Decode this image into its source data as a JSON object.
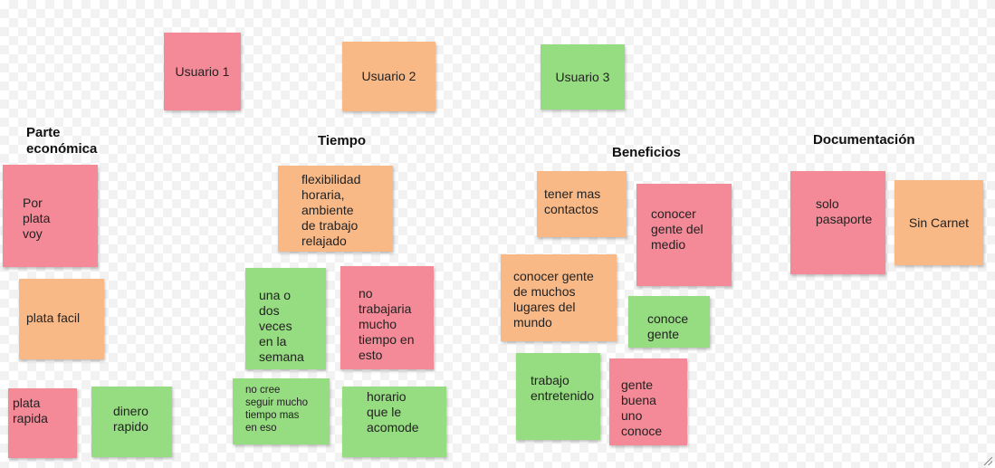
{
  "users": [
    "Usuario 1",
    "Usuario 2",
    "Usuario 3"
  ],
  "headings": {
    "economica": "Parte\neconómica",
    "tiempo": "Tiempo",
    "beneficios": "Beneficios",
    "documentacion": "Documentación"
  },
  "economica": {
    "por_plata_voy": "Por\nplata\nvoy",
    "plata_facil": "plata facil",
    "plata_rapida": "plata\nrapida",
    "dinero_rapido": "dinero\nrapido"
  },
  "tiempo": {
    "flexibilidad": "flexibilidad\nhoraria,\nambiente\nde trabajo\nrelajado",
    "una_o_dos": "una o\ndos\nveces\nen la\nsemana",
    "no_trabajaria": "no\ntrabajaria\nmucho\ntiempo en\nesto",
    "no_cree": "no cree\nseguir mucho\ntiempo mas\nen eso",
    "horario": "horario\nque le\nacomode"
  },
  "beneficios": {
    "tener_contactos": "tener mas\ncontactos",
    "conocer_medio": "conocer\ngente del\nmedio",
    "conocer_lugares": "conocer gente\nde muchos\nlugares del\nmundo",
    "conoce_gente": "conoce\ngente",
    "trabajo_entretenido": "trabajo\nentretenido",
    "gente_buena": "gente\nbuena\nuno\nconoce"
  },
  "documentacion": {
    "solo_pasaporte": "solo\npasaporte",
    "sin_carnet": "Sin Carnet"
  },
  "colors": {
    "pink": "#f48a97",
    "orange": "#f9b987",
    "green": "#96dc80"
  }
}
